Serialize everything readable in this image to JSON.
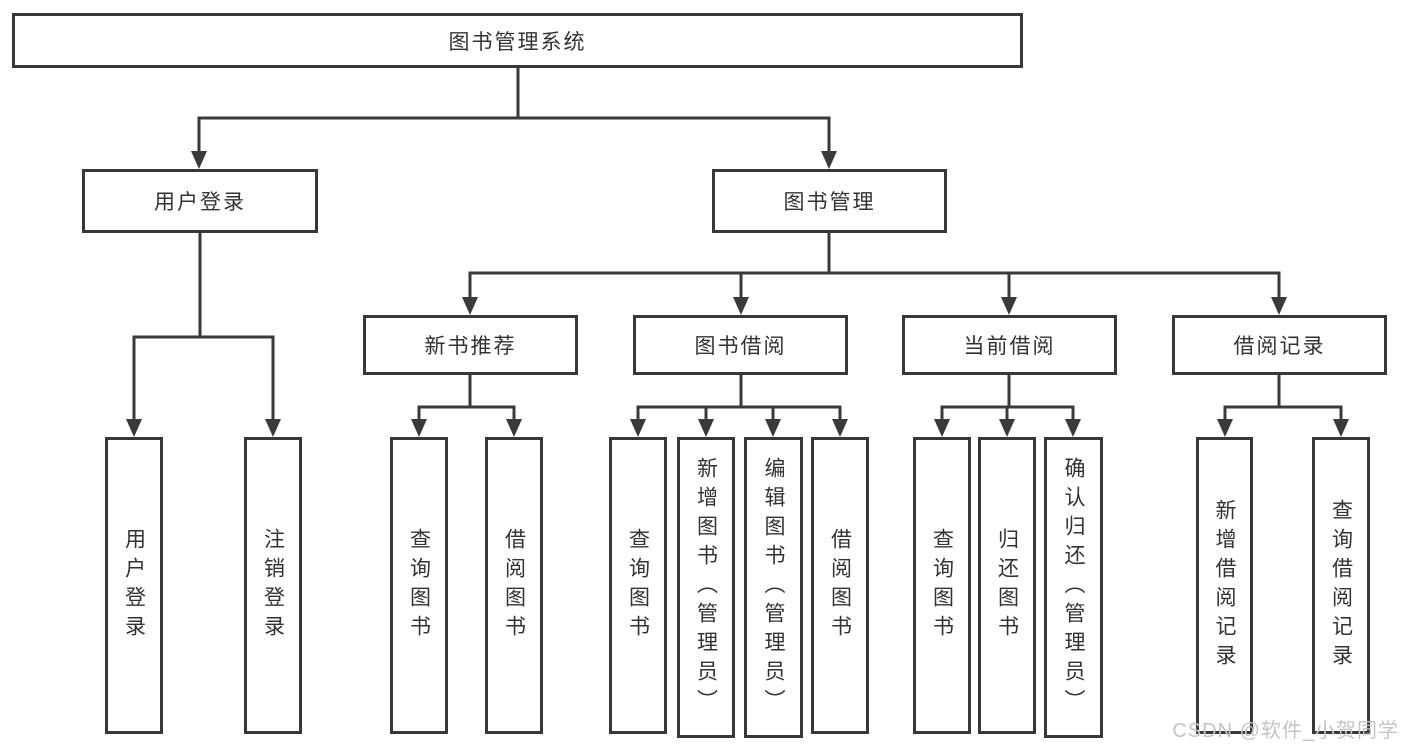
{
  "tree": {
    "label": "图书管理系统",
    "children": [
      {
        "label": "用户登录",
        "children": [
          {
            "label": "用户登录"
          },
          {
            "label": "注销登录"
          }
        ]
      },
      {
        "label": "图书管理",
        "children": [
          {
            "label": "新书推荐",
            "children": [
              {
                "label": "查询图书"
              },
              {
                "label": "借阅图书"
              }
            ]
          },
          {
            "label": "图书借阅",
            "children": [
              {
                "label": "查询图书"
              },
              {
                "label": "新增图书（管理员）"
              },
              {
                "label": "编辑图书（管理员）"
              },
              {
                "label": "借阅图书"
              }
            ]
          },
          {
            "label": "当前借阅",
            "children": [
              {
                "label": "查询图书"
              },
              {
                "label": "归还图书"
              },
              {
                "label": "确认归还（管理员）"
              }
            ]
          },
          {
            "label": "借阅记录",
            "children": [
              {
                "label": "新增借阅记录"
              },
              {
                "label": "查询借阅记录"
              }
            ]
          }
        ]
      }
    ]
  },
  "colors": {
    "line": "#3a3a3a",
    "border": "#36383b",
    "text": "#333333",
    "background": "#ffffff",
    "watermark": "#c4c4c4"
  },
  "watermark": "CSDN @软件_小贺同学"
}
